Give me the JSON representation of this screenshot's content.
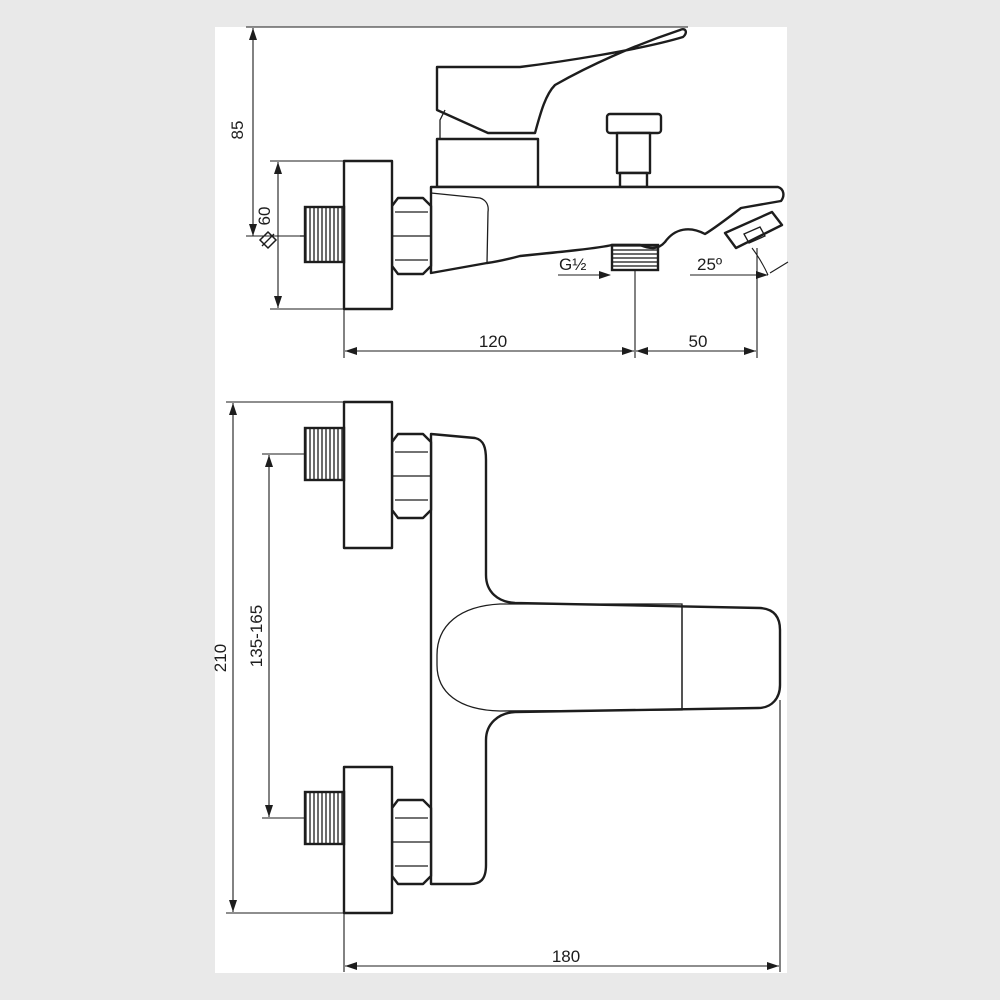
{
  "drawing": {
    "colors": {
      "line": "#1d1d1d",
      "paper": "#ffffff",
      "background": "#e9e9e9"
    },
    "side_view": {
      "dim_height": "85",
      "dim_diameter": "60",
      "dim_outlet_thread": "G½",
      "dim_spout_angle": "25º",
      "dim_wall_to_outlet": "120",
      "dim_outlet_to_spout": "50"
    },
    "front_view": {
      "dim_total_height": "210",
      "dim_centers": "135-165",
      "dim_total_depth": "180"
    }
  }
}
